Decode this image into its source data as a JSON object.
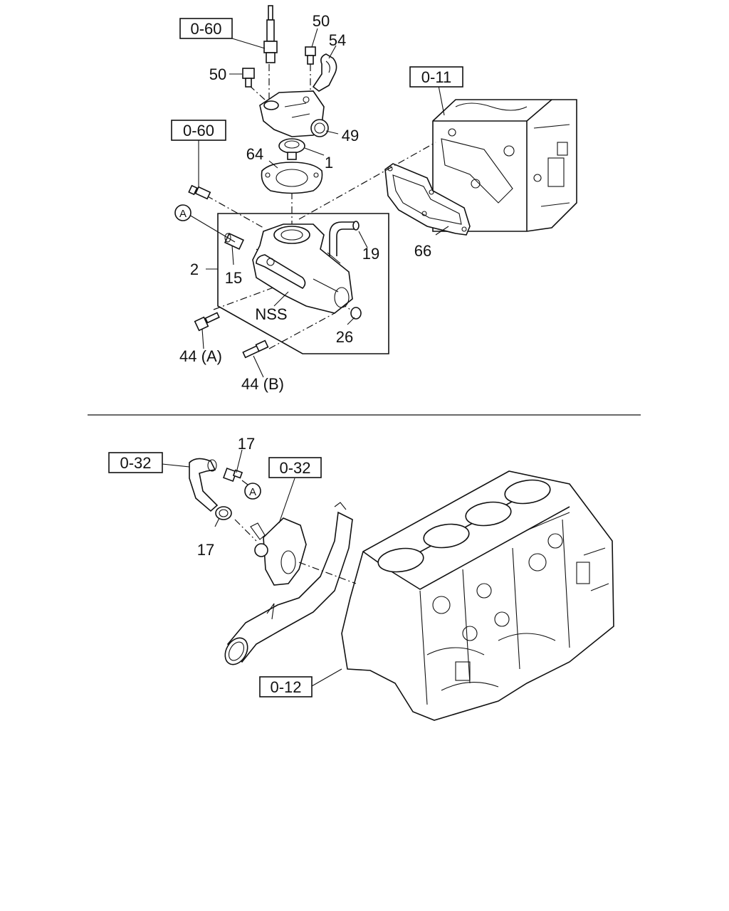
{
  "top_section": {
    "ref_boxes": {
      "r060_top": "0-60",
      "r060_mid": "0-60",
      "r011": "0-11"
    },
    "labels": {
      "p50a": "50",
      "p54": "54",
      "p50b": "50",
      "p49": "49",
      "p64": "64",
      "p1": "1",
      "circle_a": "A",
      "p19": "19",
      "p66": "66",
      "p2": "2",
      "p15": "15",
      "nss": "NSS",
      "p26": "26",
      "p44a": "44 (A)",
      "p44b": "44 (B)"
    }
  },
  "bottom_section": {
    "ref_boxes": {
      "r032_left": "0-32",
      "r032_right": "0-32",
      "r012": "0-12"
    },
    "labels": {
      "p17_top": "17",
      "circle_a": "A",
      "p17_left": "17"
    }
  }
}
